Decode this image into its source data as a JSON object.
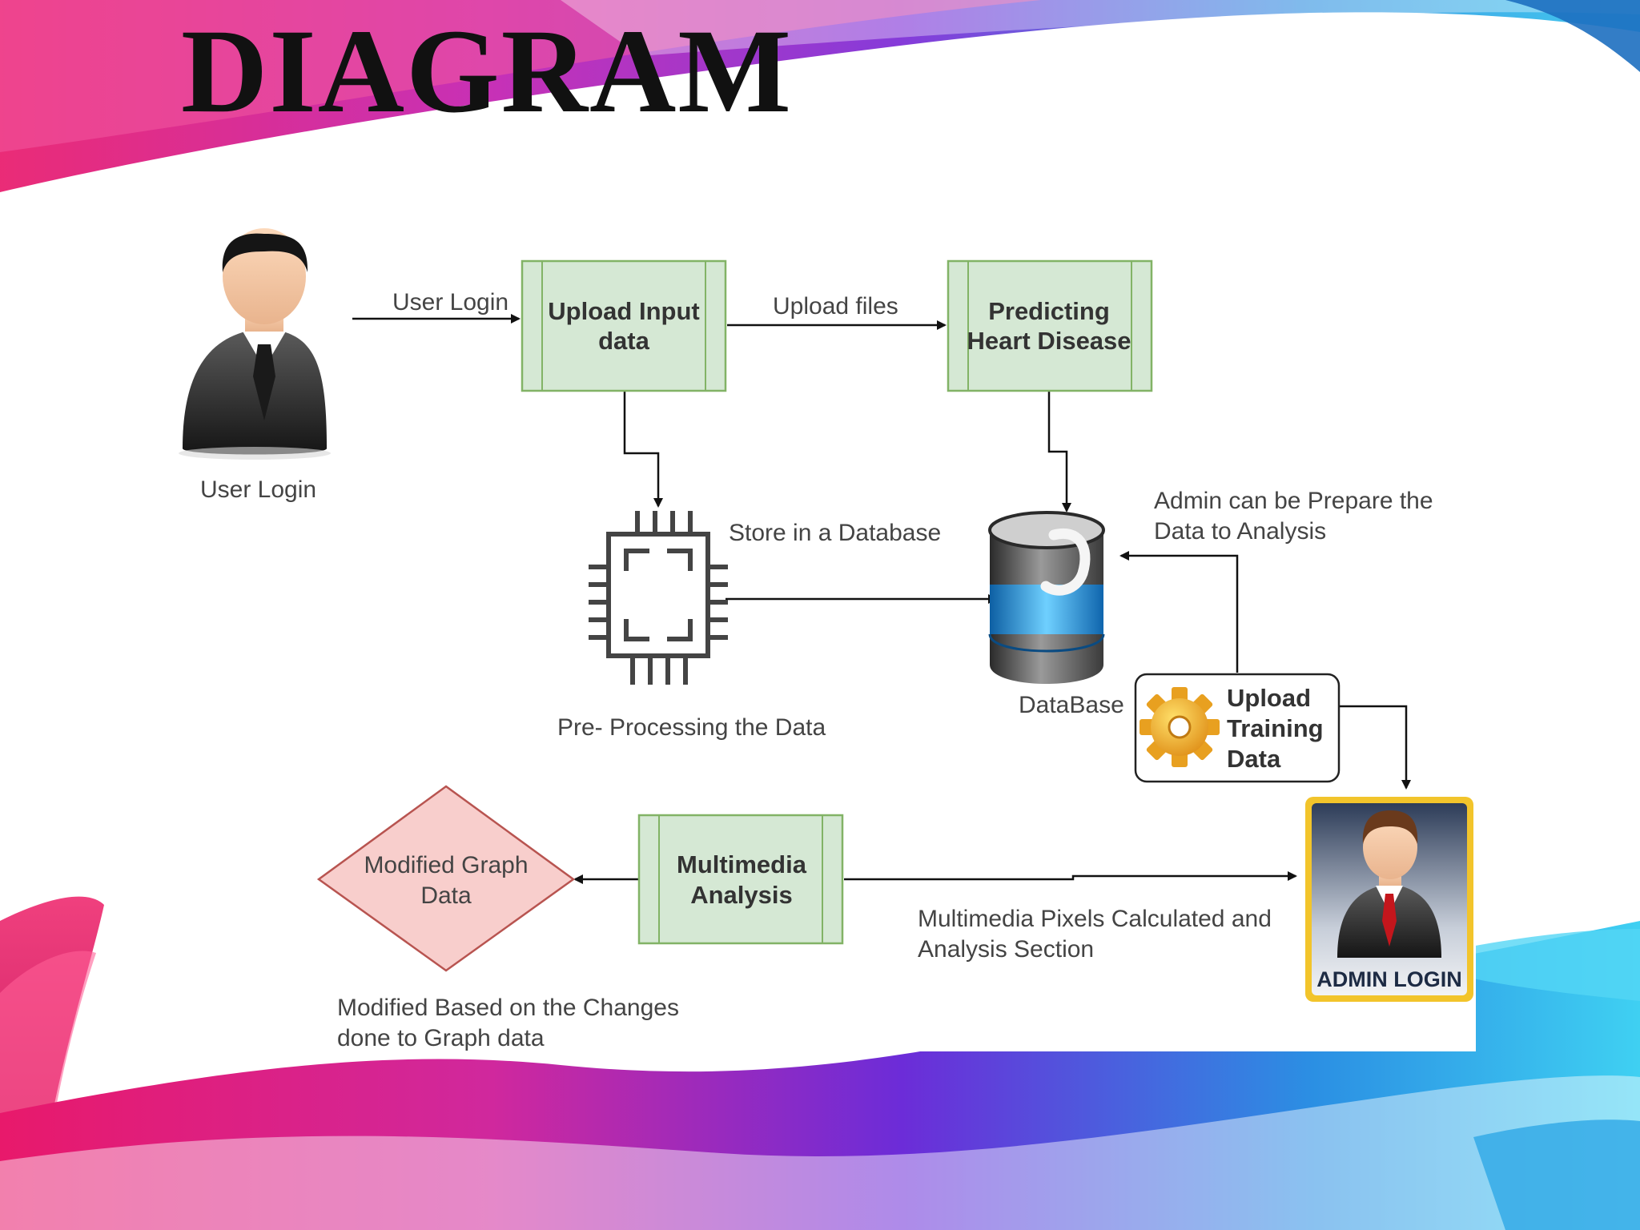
{
  "slide": {
    "title": "DIAGRAM"
  },
  "diagram": {
    "actors": {
      "user": {
        "label": "User Login",
        "icon": "businessman-icon"
      },
      "admin": {
        "badge": "ADMIN LOGIN",
        "icon": "admin-businessman-icon"
      }
    },
    "nodes": {
      "upload_input": {
        "line1": "Upload Input",
        "line2": "data"
      },
      "predicting": {
        "line1": "Predicting",
        "line2": "Heart Disease"
      },
      "preprocessing": {
        "label": "Pre- Processing the Data",
        "icon": "processor-chip-icon"
      },
      "database": {
        "label": "DataBase",
        "icon": "database-cylinder-icon"
      },
      "upload_training": {
        "line1": "Upload",
        "line2": "Training",
        "line3": "Data",
        "icon": "gear-icon"
      },
      "multimedia": {
        "line1": "Multimedia",
        "line2": "Analysis"
      },
      "modified_graph": {
        "line1": "Modified Graph",
        "line2": "Data"
      }
    },
    "edges": {
      "user_login": "User Login",
      "upload_files": "Upload files",
      "store_db": "Store in a Database",
      "admin_prepare": {
        "line1": "Admin can be Prepare the",
        "line2": "Data to Analysis"
      },
      "multimedia_pixels": {
        "line1": "Multimedia Pixels Calculated and",
        "line2": "Analysis Section"
      },
      "modified_based": {
        "line1": "Modified Based on the Changes",
        "line2": "done to Graph data"
      }
    }
  },
  "colors": {
    "process_fill": "#d5e8d4",
    "process_stroke": "#82b366",
    "decision_fill": "#f8cecc",
    "decision_stroke": "#b85450",
    "admin_frame": "#f2c42b"
  }
}
